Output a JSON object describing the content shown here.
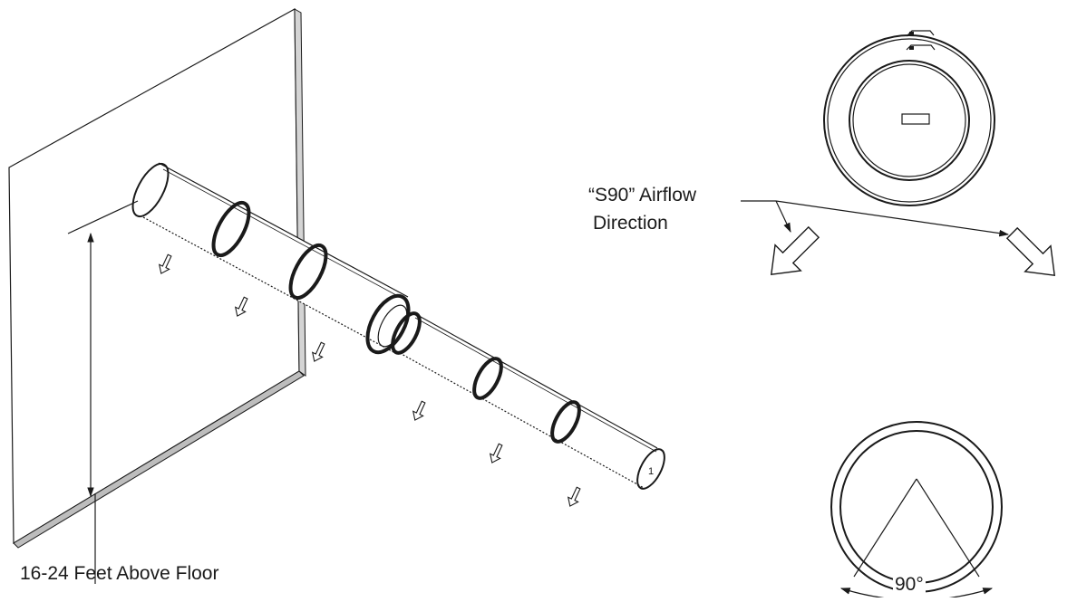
{
  "labels": {
    "height_range": "16-24 Feet Above Floor",
    "airflow_line1": "“S90” Airflow",
    "airflow_line2": "Direction",
    "angle": "90°"
  }
}
